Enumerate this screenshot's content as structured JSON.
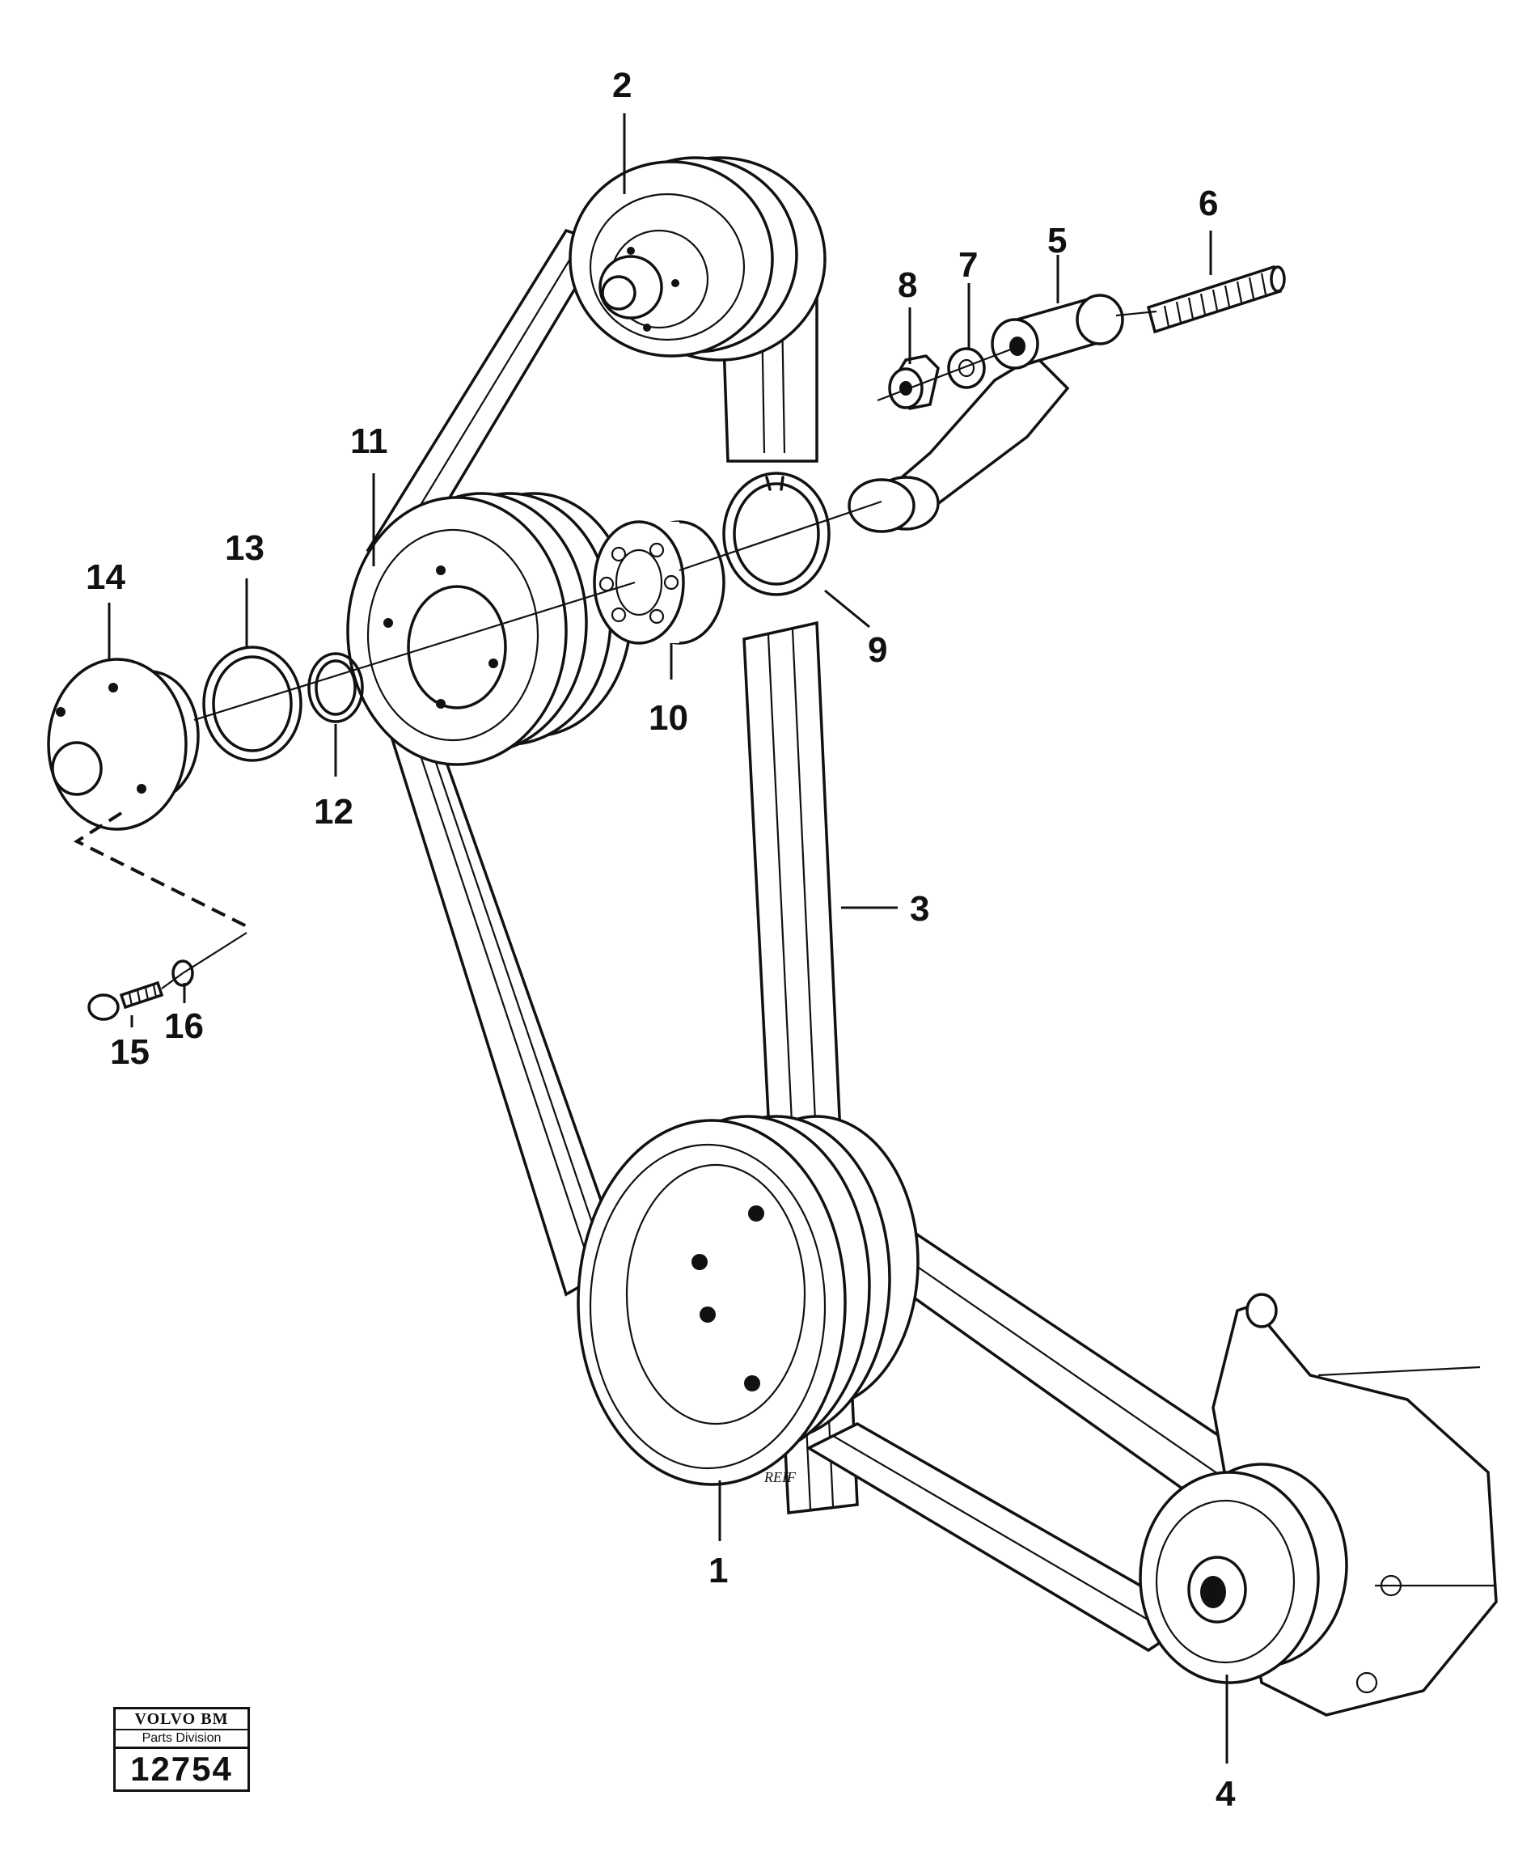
{
  "diagram": {
    "part_labels": [
      "1",
      "2",
      "3",
      "4",
      "5",
      "6",
      "7",
      "8",
      "9",
      "10",
      "11",
      "12",
      "13",
      "14",
      "15",
      "16"
    ],
    "signature": "REIF"
  },
  "stamp": {
    "brand": "VOLVO BM",
    "division": "Parts Division",
    "number": "12754"
  }
}
